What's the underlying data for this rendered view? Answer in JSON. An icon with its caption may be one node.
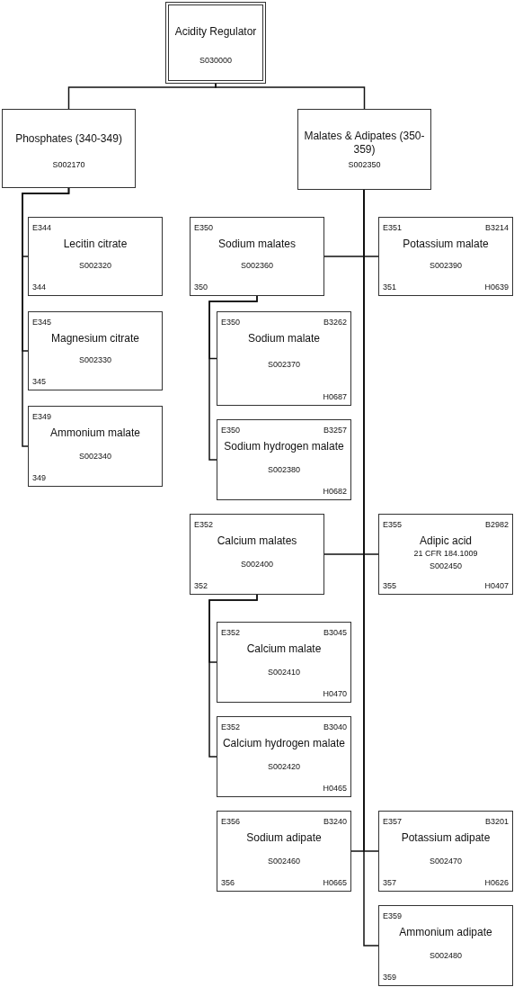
{
  "diagram": {
    "nodes": [
      {
        "text": [
          "Acidity Regulator",
          "S030000"
        ]
      },
      {
        "text": [
          "Phosphates (340-349)",
          "S002170"
        ]
      },
      {
        "text": [
          "Malates & Adipates (350-359)",
          "S002350"
        ]
      },
      {
        "text": [
          "E344",
          "Lecitin citrate",
          "S002320",
          "344"
        ]
      },
      {
        "text": [
          "E345",
          "Magnesium citrate",
          "S002330",
          "345"
        ]
      },
      {
        "text": [
          "E349",
          "Ammonium malate",
          "S002340",
          "349"
        ]
      },
      {
        "text": [
          "E350",
          "Sodium malates",
          "S002360",
          "350"
        ]
      },
      {
        "text": [
          "E351",
          "B3214",
          "Potassium malate",
          "S002390",
          "351",
          "H0639"
        ]
      },
      {
        "text": [
          "E350",
          "B3262",
          "Sodium malate",
          "S002370",
          "H0687"
        ]
      },
      {
        "text": [
          "E350",
          "B3257",
          "Sodium hydrogen malate",
          "S002380",
          "H0682"
        ]
      },
      {
        "text": [
          "E352",
          "Calcium malates",
          "S002400",
          "352"
        ]
      },
      {
        "text": [
          "E355",
          "B2982",
          "Adipic acid",
          "21 CFR 184.1009",
          "S002450",
          "355",
          "H0407"
        ]
      },
      {
        "text": [
          "E352",
          "B3045",
          "Calcium malate",
          "S002410",
          "H0470"
        ]
      },
      {
        "text": [
          "E352",
          "B3040",
          "Calcium hydrogen malate",
          "S002420",
          "H0465"
        ]
      },
      {
        "text": [
          "E356",
          "B3240",
          "Sodium adipate",
          "S002460",
          "356",
          "H0665"
        ]
      },
      {
        "text": [
          "E357",
          "B3201",
          "Potassium adipate",
          "S002470",
          "357",
          "H0626"
        ]
      },
      {
        "text": [
          "E359",
          "Ammonium adipate",
          "S002480",
          "359"
        ]
      }
    ],
    "edges": [
      {
        "from": 0,
        "to": 1,
        "arrow": "none"
      },
      {
        "from": 0,
        "to": 2,
        "arrow": "none"
      },
      {
        "from": 1,
        "to": 3,
        "arrow": "none"
      },
      {
        "from": 1,
        "to": 4,
        "arrow": "none"
      },
      {
        "from": 1,
        "to": 5,
        "arrow": "none"
      },
      {
        "from": 2,
        "to": 6,
        "arrow": "none"
      },
      {
        "from": 2,
        "to": 7,
        "arrow": "none"
      },
      {
        "from": 2,
        "to": 10,
        "arrow": "none"
      },
      {
        "from": 2,
        "to": 11,
        "arrow": "none"
      },
      {
        "from": 2,
        "to": 14,
        "arrow": "none"
      },
      {
        "from": 2,
        "to": 15,
        "arrow": "none"
      },
      {
        "from": 2,
        "to": 16,
        "arrow": "none"
      },
      {
        "from": 6,
        "to": 8,
        "arrow": "none"
      },
      {
        "from": 6,
        "to": 9,
        "arrow": "none"
      },
      {
        "from": 10,
        "to": 12,
        "arrow": "none"
      },
      {
        "from": 10,
        "to": 13,
        "arrow": "none"
      }
    ]
  }
}
